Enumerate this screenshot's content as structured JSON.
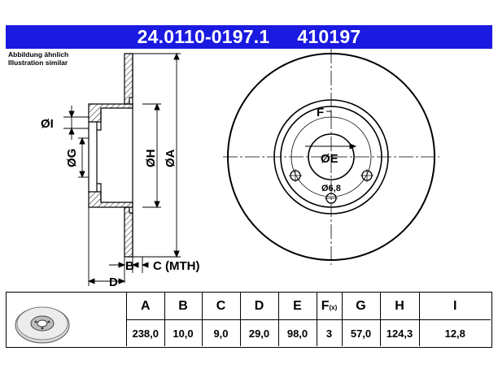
{
  "header": {
    "part_number": "24.0110-0197.1",
    "ref_number": "410197"
  },
  "illustration_note": {
    "line1": "Abbildung ähnlich",
    "line2": "Illustration similar"
  },
  "drawing_labels": {
    "dim_i": "ØI",
    "dim_g": "ØG",
    "dim_h": "ØH",
    "dim_a": "ØA",
    "dim_b": "B",
    "dim_c": "C (MTH)",
    "dim_d": "D",
    "dim_f": "F",
    "dim_e": "ØE",
    "hole_dia": "Ø6,8"
  },
  "spec_table": {
    "headers": [
      "A",
      "B",
      "C",
      "D",
      "E",
      "F",
      "G",
      "H",
      "I"
    ],
    "f_suffix": "(x)",
    "values": [
      "238,0",
      "10,0",
      "9,0",
      "29,0",
      "98,0",
      "3",
      "57,0",
      "124,3",
      "12,8"
    ]
  },
  "colors": {
    "header_blue": "#1a1ae0",
    "hatch": "#000000"
  }
}
